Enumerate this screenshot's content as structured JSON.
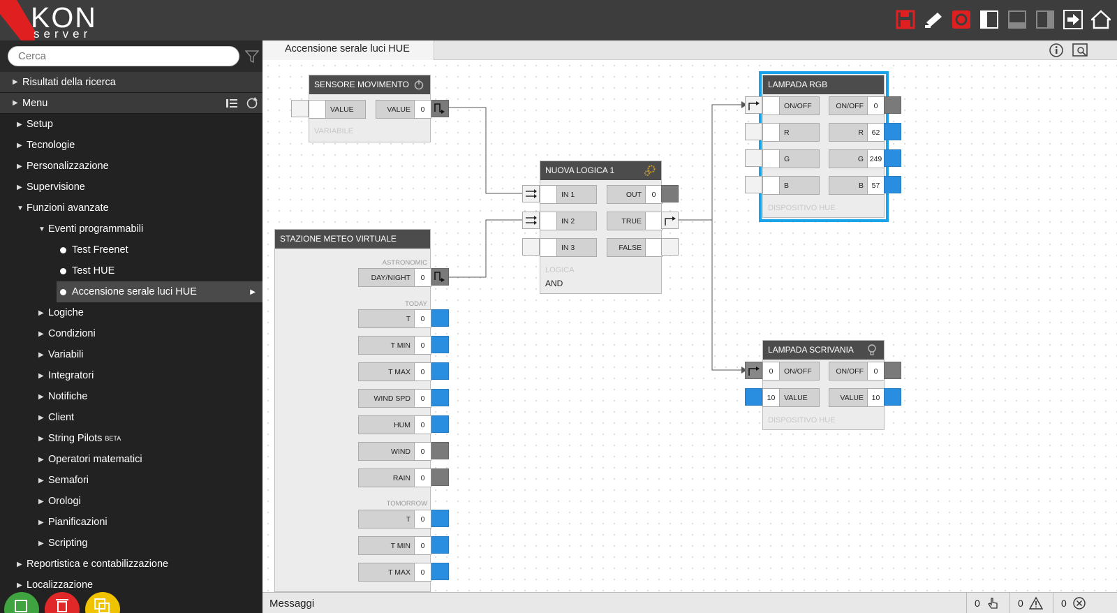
{
  "app": {
    "logo_main": "KON",
    "logo_sub": "server"
  },
  "toolbar": {
    "icons": [
      "save-icon",
      "brush-icon",
      "refresh-icon",
      "panel-left-icon",
      "panel-bottom-icon",
      "panel-right-icon",
      "logout-icon",
      "home-icon"
    ]
  },
  "search": {
    "placeholder": "Cerca"
  },
  "sidebar": {
    "results": "Risultati della ricerca",
    "menu": "Menu",
    "items": [
      {
        "label": "Setup",
        "level": 1
      },
      {
        "label": "Tecnologie",
        "level": 1
      },
      {
        "label": "Personalizzazione",
        "level": 1
      },
      {
        "label": "Supervisione",
        "level": 1
      },
      {
        "label": "Funzioni avanzate",
        "level": 1,
        "open": true
      },
      {
        "label": "Eventi programmabili",
        "level": 2,
        "open": true
      },
      {
        "label": "Test Freenet",
        "level": 3
      },
      {
        "label": "Test HUE",
        "level": 3
      },
      {
        "label": "Accensione serale luci HUE",
        "level": 3,
        "selected": true
      },
      {
        "label": "Logiche",
        "level": 2
      },
      {
        "label": "Condizioni",
        "level": 2
      },
      {
        "label": "Variabili",
        "level": 2
      },
      {
        "label": "Integratori",
        "level": 2
      },
      {
        "label": "Notifiche",
        "level": 2
      },
      {
        "label": "Client",
        "level": 2
      },
      {
        "label": "String Pilots",
        "level": 2,
        "badge": "BETA"
      },
      {
        "label": "Operatori matematici",
        "level": 2
      },
      {
        "label": "Semafori",
        "level": 2
      },
      {
        "label": "Orologi",
        "level": 2
      },
      {
        "label": "Pianificazioni",
        "level": 2
      },
      {
        "label": "Scripting",
        "level": 2
      },
      {
        "label": "Reportistica e contabilizzazione",
        "level": 1
      },
      {
        "label": "Localizzazione",
        "level": 1
      }
    ]
  },
  "tab": {
    "title": "Accensione serale luci HUE"
  },
  "blocks": {
    "sensor": {
      "title": "SENSORE MOVIMENTO",
      "in_label": "VALUE",
      "out_label": "VALUE",
      "out_value": "0",
      "footer": "VARIABILE"
    },
    "meteo": {
      "title": "STAZIONE METEO VIRTUALE",
      "sec_astro": "ASTRONOMIC",
      "daynight": "DAY/NIGHT",
      "daynight_value": "0",
      "sec_today": "TODAY",
      "sec_tomorrow": "TOMORROW",
      "today": [
        {
          "label": "T",
          "value": "0"
        },
        {
          "label": "T MIN",
          "value": "0"
        },
        {
          "label": "T MAX",
          "value": "0"
        },
        {
          "label": "WIND SPD",
          "value": "0"
        },
        {
          "label": "HUM",
          "value": "0"
        },
        {
          "label": "WIND",
          "value": "0"
        },
        {
          "label": "RAIN",
          "value": "0"
        }
      ],
      "tomorrow": [
        {
          "label": "T",
          "value": "0"
        },
        {
          "label": "T MIN",
          "value": "0"
        },
        {
          "label": "T MAX",
          "value": "0"
        }
      ]
    },
    "logic": {
      "title": "NUOVA LOGICA 1",
      "in1": "IN 1",
      "in2": "IN 2",
      "in3": "IN 3",
      "out": "OUT",
      "out_value": "0",
      "true": "TRUE",
      "false": "FALSE",
      "footer": "LOGICA",
      "type": "AND"
    },
    "rgb": {
      "title": "LAMPADA RGB",
      "in": [
        "ON/OFF",
        "R",
        "G",
        "B"
      ],
      "out": [
        {
          "label": "ON/OFF",
          "value": "0"
        },
        {
          "label": "R",
          "value": "62"
        },
        {
          "label": "G",
          "value": "249"
        },
        {
          "label": "B",
          "value": "57"
        }
      ],
      "footer": "DISPOSITIVO HUE"
    },
    "desk": {
      "title": "LAMPADA SCRIVANIA",
      "in": [
        {
          "label": "ON/OFF",
          "value": "0"
        },
        {
          "label": "VALUE",
          "value": "10"
        }
      ],
      "out": [
        {
          "label": "ON/OFF",
          "value": "0"
        },
        {
          "label": "VALUE",
          "value": "10"
        }
      ],
      "footer": "DISPOSITIVO HUE"
    }
  },
  "messages": {
    "label": "Messaggi",
    "touch_count": "0",
    "warning_count": "0",
    "error_count": "0"
  },
  "colors": {
    "accent": "#2a8ee0",
    "brand_red": "#e02020",
    "selected": "#1aa3e8"
  }
}
